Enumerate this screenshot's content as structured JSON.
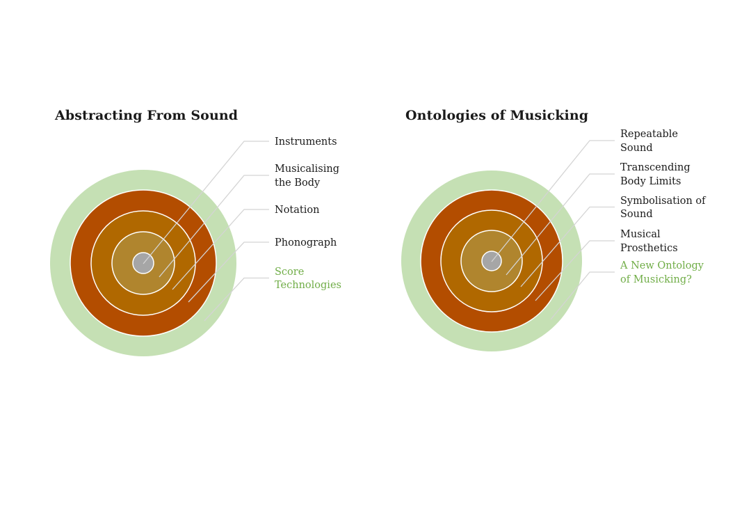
{
  "colors": {
    "outer_ring": "#c5e0b4",
    "band_2": "#b34d00",
    "band_3": "#b06800",
    "band_4": "#b0852e",
    "core": "#a6a6a6",
    "leader_line": "#d4d4d4",
    "label_text": "#1a1a1a",
    "highlight_text": "#70ad47"
  },
  "diagrams": [
    {
      "title": "Abstracting From Sound",
      "layers": [
        {
          "lines": [
            "Instruments"
          ],
          "highlight": false
        },
        {
          "lines": [
            "Musicalising",
            "the Body"
          ],
          "highlight": false
        },
        {
          "lines": [
            "Notation"
          ],
          "highlight": false
        },
        {
          "lines": [
            "Phonograph"
          ],
          "highlight": false
        },
        {
          "lines": [
            "Score",
            "Technologies"
          ],
          "highlight": true
        }
      ]
    },
    {
      "title": "Ontologies of Musicking",
      "layers": [
        {
          "lines": [
            "Repeatable",
            "Sound"
          ],
          "highlight": false
        },
        {
          "lines": [
            "Transcending",
            "Body Limits"
          ],
          "highlight": false
        },
        {
          "lines": [
            "Symbolisation of",
            "Sound"
          ],
          "highlight": false
        },
        {
          "lines": [
            "Musical",
            "Prosthetics"
          ],
          "highlight": false
        },
        {
          "lines": [
            "A New Ontology",
            "of Musicking?"
          ],
          "highlight": true
        }
      ]
    }
  ]
}
